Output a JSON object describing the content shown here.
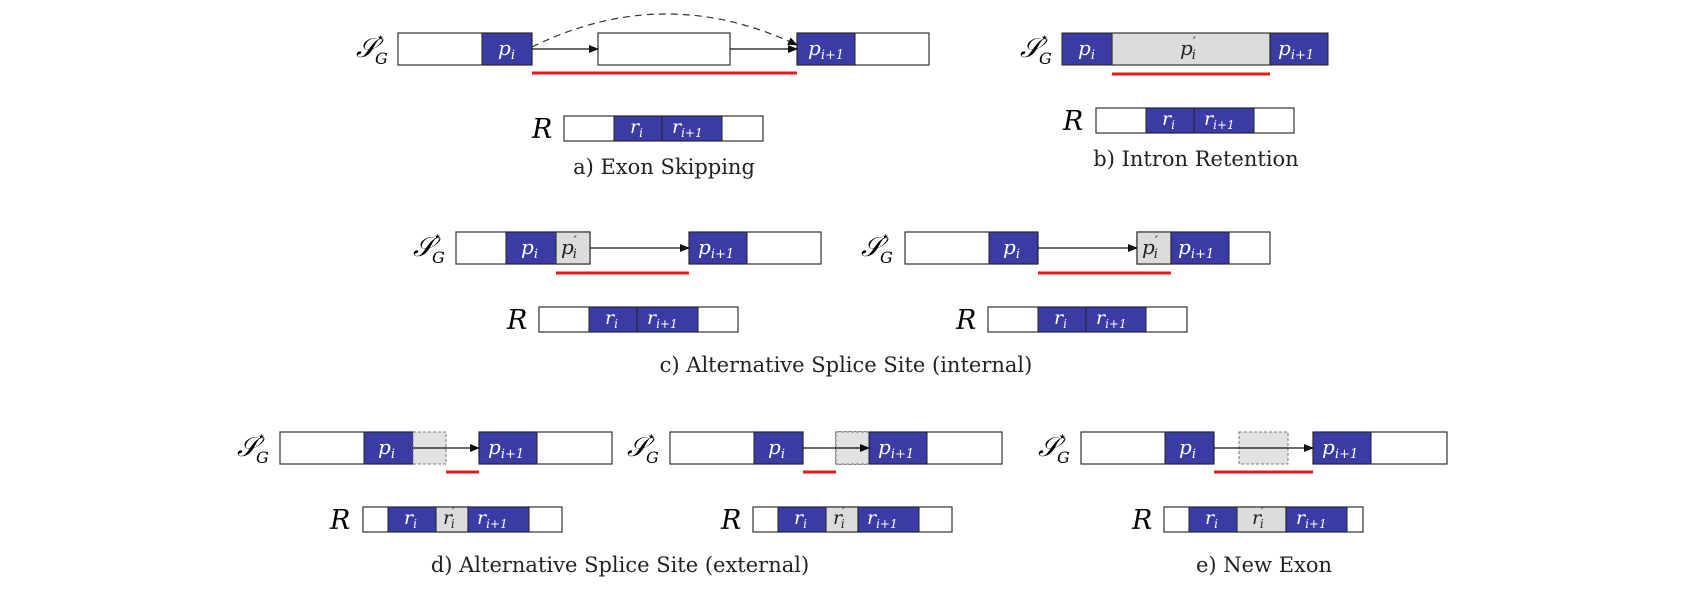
{
  "labels": {
    "sg": "𝒮",
    "sg_sub": "G",
    "sg_sup": "⋆",
    "R": "R",
    "p_i": "p",
    "p_i_sub": "i",
    "p_i1_sub": "i+1",
    "p_prime_sup": "′",
    "r": "r",
    "r_i_sub": "i",
    "r_i1_sub": "i+1"
  },
  "panels": {
    "a": {
      "caption": "a) Exon Skipping"
    },
    "b": {
      "caption": "b) Intron Retention"
    },
    "c": {
      "caption": "c) Alternative Splice Site (internal)"
    },
    "d": {
      "caption": "d) Alternative Splice Site (external)"
    },
    "e": {
      "caption": "e) New Exon"
    }
  },
  "colors": {
    "exon": "#3b3ba6",
    "retained": "#dcdcdc",
    "read_path": "#e31b1b"
  }
}
